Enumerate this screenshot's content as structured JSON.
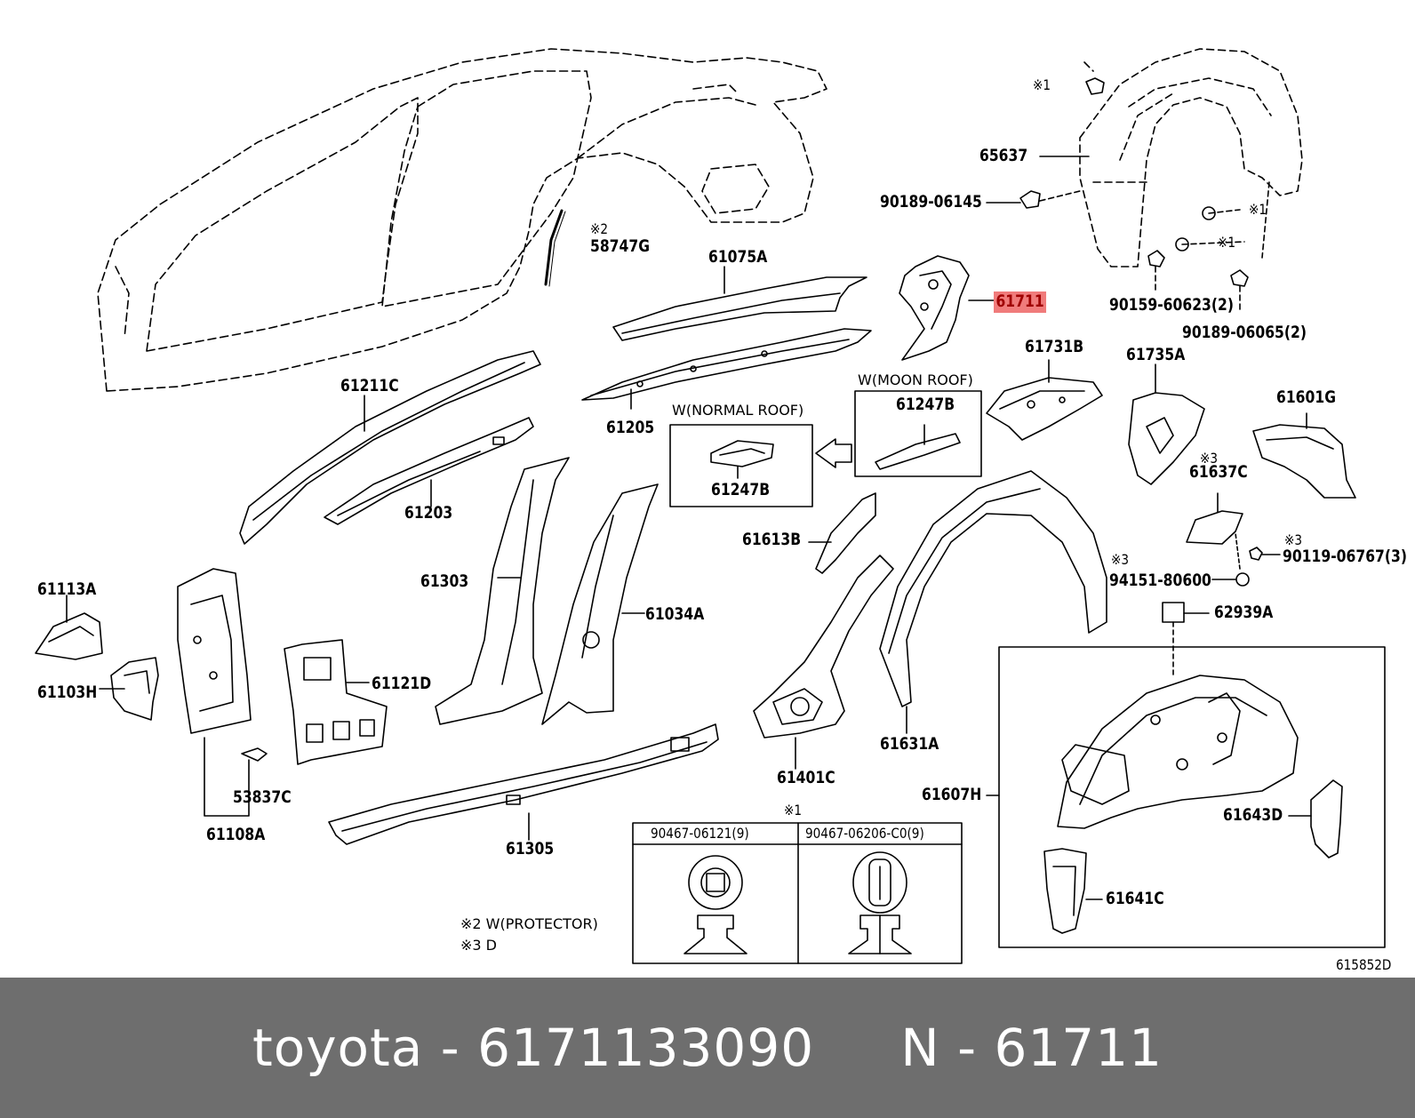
{
  "labels": {
    "p58747G": "58747G",
    "mark2_58747G": "※2",
    "p61075A": "61075A",
    "p61711": "61711",
    "p65637": "65637",
    "p90189_06145": "90189-06145",
    "mark1_a": "※1",
    "mark1_b": "※1",
    "mark1_c": "※1",
    "p90159_60623": "90159-60623(2)",
    "p90189_06065": "90189-06065(2)",
    "p61211C": "61211C",
    "p61205": "61205",
    "p61731B": "61731B",
    "p61735A": "61735A",
    "p61601G": "61601G",
    "p61203": "61203",
    "p61247B_normal": "61247B",
    "p61247B_moon": "61247B",
    "p61637C": "61637C",
    "mark3_a": "※3",
    "mark3_b": "※3",
    "mark3_c": "※3",
    "p61613B": "61613B",
    "p90119_06767": "90119-06767(3)",
    "p94151_80600": "94151-80600",
    "p61113A": "61113A",
    "p61303": "61303",
    "p61034A": "61034A",
    "p62939A": "62939A",
    "p61103H": "61103H",
    "p61121D": "61121D",
    "p61631A": "61631A",
    "p61401C": "61401C",
    "p61607H": "61607H",
    "p53837C": "53837C",
    "p61643D": "61643D",
    "p61108A": "61108A",
    "p61305": "61305",
    "p61641C": "61641C",
    "mark1_table": "※1",
    "clip1": "90467-06121(9)",
    "clip2": "90467-06206-C0(9)",
    "note2": "※2 W(PROTECTOR)",
    "note3": "※3 D",
    "ref": "615852D"
  },
  "boxes": {
    "normal_roof": "W(NORMAL ROOF)",
    "moon_roof": "W(MOON ROOF)"
  },
  "footer": {
    "text": "toyota - 6171133090     N - 61711"
  }
}
